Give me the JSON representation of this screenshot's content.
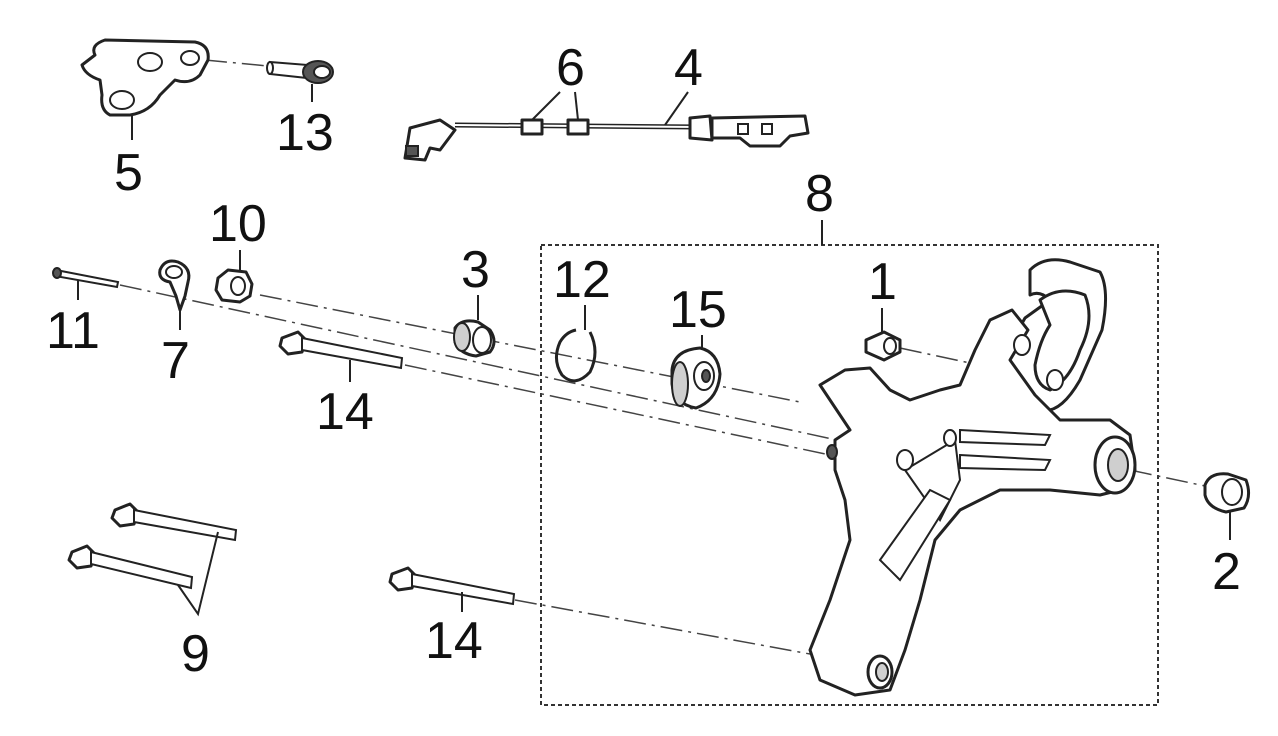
{
  "diagram": {
    "callouts": [
      {
        "id": "c1",
        "text": "1"
      },
      {
        "id": "c2",
        "text": "2"
      },
      {
        "id": "c3",
        "text": "3"
      },
      {
        "id": "c4",
        "text": "4"
      },
      {
        "id": "c5",
        "text": "5"
      },
      {
        "id": "c6",
        "text": "6"
      },
      {
        "id": "c7",
        "text": "7"
      },
      {
        "id": "c8",
        "text": "8"
      },
      {
        "id": "c9",
        "text": "9"
      },
      {
        "id": "c10",
        "text": "10"
      },
      {
        "id": "c11",
        "text": "11"
      },
      {
        "id": "c12",
        "text": "12"
      },
      {
        "id": "c13",
        "text": "13"
      },
      {
        "id": "c14a",
        "text": "14"
      },
      {
        "id": "c14b",
        "text": "14"
      },
      {
        "id": "c15",
        "text": "15"
      }
    ],
    "colors": {
      "line": "#222222",
      "background": "#ffffff",
      "shade": "#cfcfcf"
    }
  }
}
